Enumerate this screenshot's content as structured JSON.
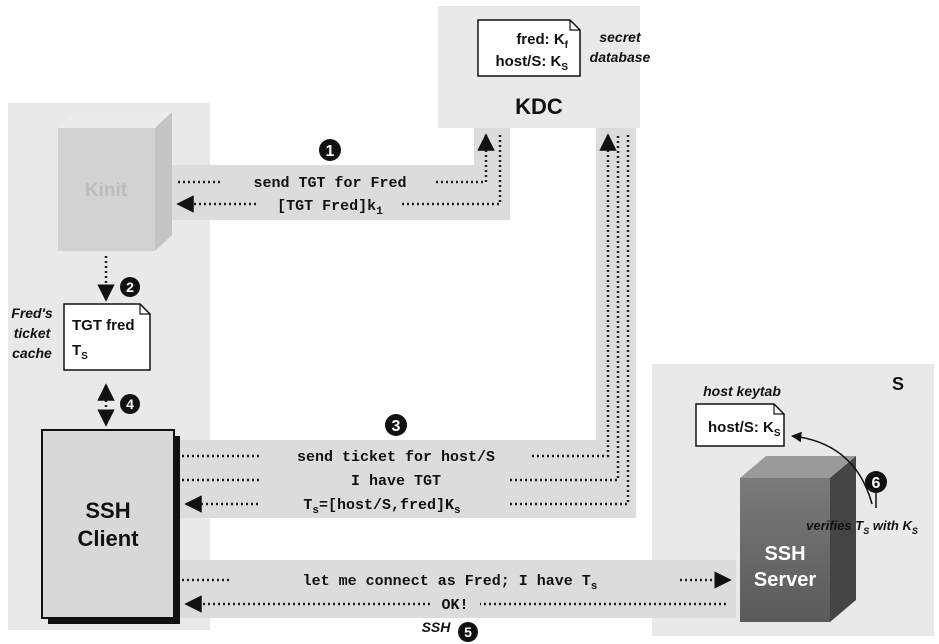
{
  "kdc": {
    "label": "KDC",
    "db_line1": "fred: K",
    "db_line1_sub": "f",
    "db_line2": "host/S: K",
    "db_line2_sub": "S",
    "secret_label": "secret",
    "database_label": "database"
  },
  "kinit": {
    "label": "Kinit"
  },
  "cache": {
    "caption_line1": "Fred's",
    "caption_line2": "ticket",
    "caption_line3": "cache",
    "line1": "TGT fred",
    "line2": "T",
    "line2_sub": "S"
  },
  "client": {
    "line1": "SSH",
    "line2": "Client"
  },
  "server": {
    "line1": "SSH",
    "line2": "Server",
    "host_label": "S"
  },
  "keytab": {
    "caption": "host keytab",
    "line": "host/S: K",
    "line_sub": "S"
  },
  "steps": {
    "s1": "❶",
    "s2": "❷",
    "s3": "❸",
    "s4": "❹",
    "s5": "❺",
    "s6": "❻"
  },
  "messages": {
    "m1": "send TGT for Fred",
    "m2a": "[TGT Fred]k",
    "m2a_sub": "1",
    "m3a": "send ticket for host/S",
    "m3b": "I have TGT",
    "m3c_a": "T",
    "m3c_a_sub": "s",
    "m3c_b": "=[host/S,fred]K",
    "m3c_b_sub": "s",
    "m5a": "let me connect as Fred; I have T",
    "m5a_sub": "s",
    "m5b": "OK!",
    "ssh_label": "SSH"
  },
  "verify": {
    "text_a": "verifies T",
    "text_a_sub": "S",
    "text_b": " with K",
    "text_b_sub": "S"
  },
  "colors": {
    "panel": "#e9e9e9",
    "band": "#dcdcdc",
    "kinit_box": "#d2d2d2",
    "server_dark": "#6e6e6e"
  }
}
